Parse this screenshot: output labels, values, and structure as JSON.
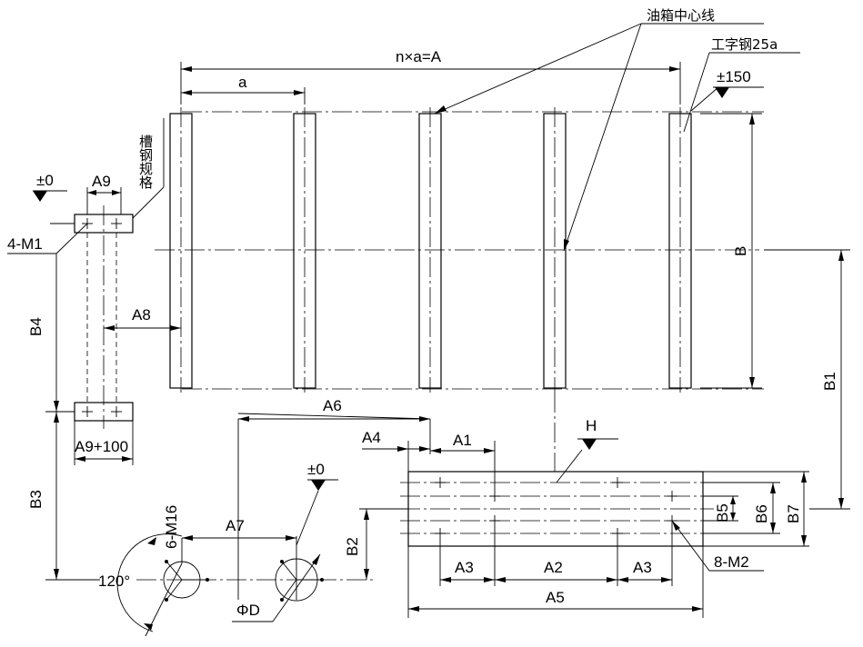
{
  "labels": {
    "tank_centerline": "油箱中心线",
    "i_beam": "工字钢25a",
    "channel_spec": "槽钢规格",
    "n_times_a": "n×a=A",
    "a": "a",
    "level_150": "±150",
    "level_0_left": "±0",
    "level_0_bottom": "±0",
    "A9": "A9",
    "A9_100": "A9+100",
    "four_M1": "4-M1",
    "B": "B",
    "B1": "B1",
    "B2": "B2",
    "B3": "B3",
    "B4": "B4",
    "B5": "B5",
    "B6": "B6",
    "B7": "B7",
    "A1": "A1",
    "A2": "A2",
    "A3_left": "A3",
    "A3_right": "A3",
    "A4": "A4",
    "A5": "A5",
    "A6": "A6",
    "A7": "A7",
    "A8": "A8",
    "H": "H",
    "eight_M2": "8-M2",
    "six_M16": "6-M16",
    "angle_120": "120°",
    "phi_D": "ΦD"
  }
}
